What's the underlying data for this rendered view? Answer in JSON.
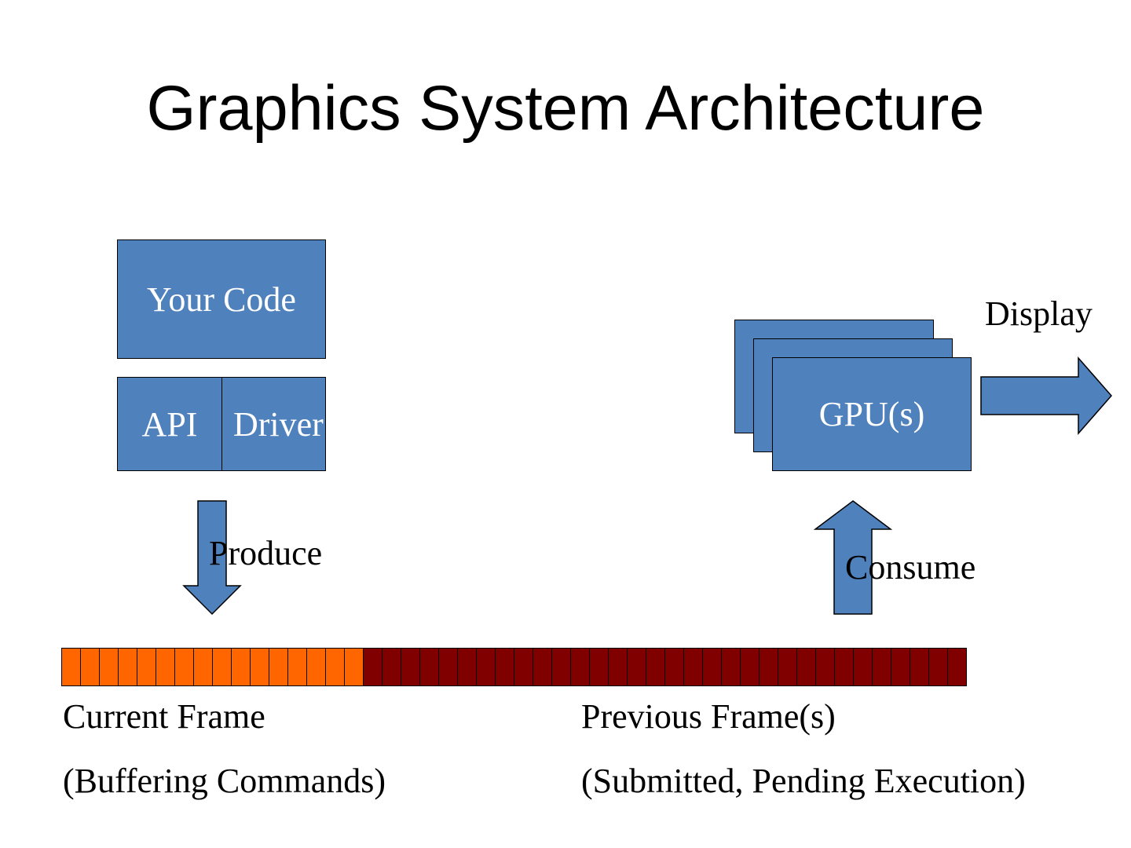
{
  "title": "Graphics System Architecture",
  "colors": {
    "box_fill": "#4f81bd",
    "current_frame": "#ff6600",
    "previous_frames": "#800000"
  },
  "boxes": {
    "your_code": "Your Code",
    "api": "API",
    "driver": "Driver",
    "gpu": "GPU(s)"
  },
  "labels": {
    "display": "Display",
    "produce": "Produce",
    "consume": "Consume"
  },
  "buffer": {
    "current_cells": 16,
    "previous_cells": 32
  },
  "captions": {
    "current_line1": "Current Frame",
    "current_line2": "(Buffering Commands)",
    "previous_line1": "Previous Frame(s)",
    "previous_line2": "(Submitted, Pending Execution)"
  }
}
